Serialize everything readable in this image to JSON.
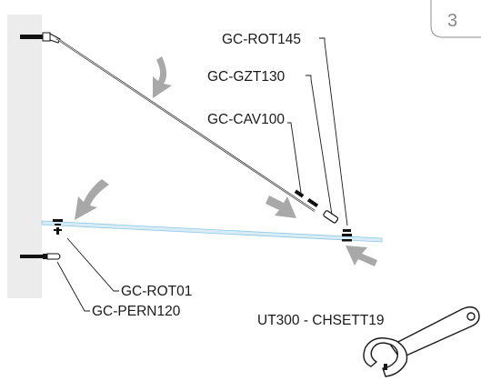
{
  "page_number": "3",
  "parts": [
    {
      "id": "rot145",
      "code": "GC-ROT145"
    },
    {
      "id": "gzt130",
      "code": "GC-GZT130"
    },
    {
      "id": "cav100",
      "code": "GC-CAV100"
    },
    {
      "id": "rot01",
      "code": "GC-ROT01"
    },
    {
      "id": "pern120",
      "code": "GC-PERN120"
    },
    {
      "id": "tool",
      "code": "UT300 - CHSETT19"
    }
  ],
  "colors": {
    "wall": "#ececec",
    "glass": "#cfe7f3",
    "glass_edge": "#8ec8e3",
    "arrow": "#a8a8a8",
    "ink": "#1a1a1a"
  }
}
